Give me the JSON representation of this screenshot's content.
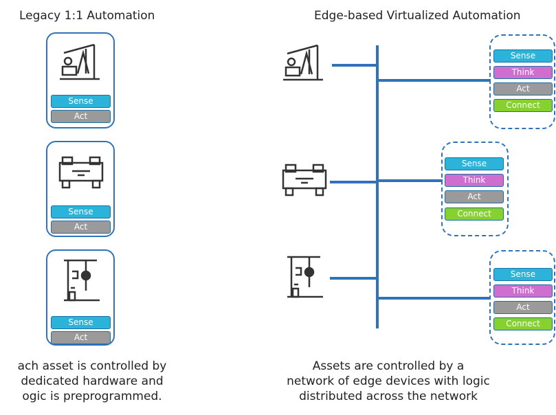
{
  "titles": {
    "left": "Legacy 1:1 Automation",
    "right": "Edge-based Virtualized Automation"
  },
  "legacy_assets": [
    {
      "icon": "pump-jack-icon",
      "blocks": [
        "Sense",
        "Act"
      ]
    },
    {
      "icon": "lathe-machine-icon",
      "blocks": [
        "Sense",
        "Act"
      ]
    },
    {
      "icon": "drill-press-icon",
      "blocks": [
        "Sense",
        "Act"
      ]
    }
  ],
  "edge_assets": [
    {
      "icon": "pump-jack-icon"
    },
    {
      "icon": "lathe-machine-icon"
    },
    {
      "icon": "drill-press-icon"
    }
  ],
  "edge_nodes": [
    {
      "blocks": [
        "Sense",
        "Think",
        "Act",
        "Connect"
      ]
    },
    {
      "blocks": [
        "Sense",
        "Think",
        "Act",
        "Connect"
      ]
    },
    {
      "blocks": [
        "Sense",
        "Think",
        "Act",
        "Connect"
      ]
    }
  ],
  "captions": {
    "left": [
      "ach asset is controlled by",
      "dedicated hardware and",
      "ogic is preprogrammed."
    ],
    "right": [
      "Assets are controlled by a",
      "network of edge devices with logic",
      "distributed across the network"
    ]
  },
  "colors": {
    "line_blue": "#2e73b8",
    "sense": "#2cb3d9",
    "think": "#cf6ecf",
    "act": "#9a9a9a",
    "connect": "#86d12f"
  }
}
